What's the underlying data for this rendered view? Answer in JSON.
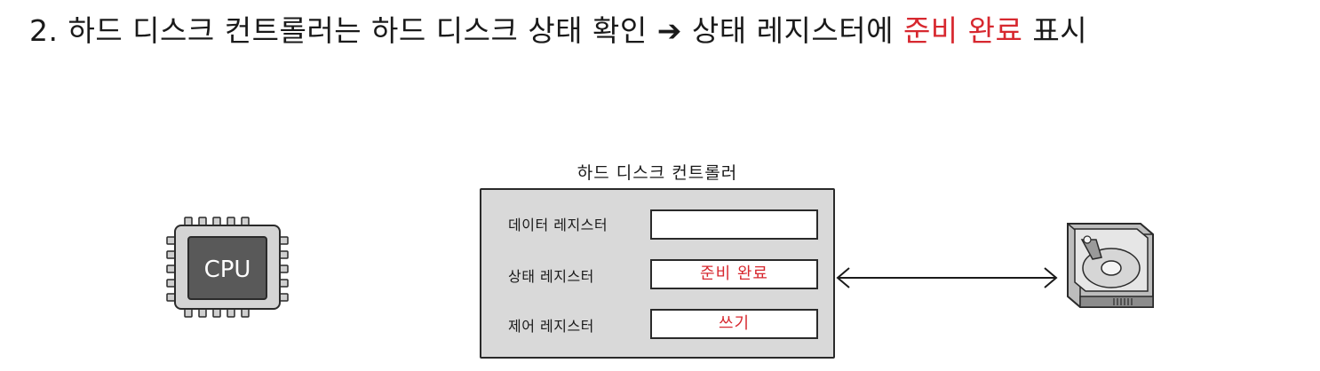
{
  "heading": {
    "prefix": "2. 하드 디스크 컨트롤러는 하드 디스크 상태 확인",
    "arrow": "➔",
    "middle": "상태 레지스터에",
    "highlight": "준비 완료",
    "suffix": "표시"
  },
  "cpu": {
    "label": "CPU"
  },
  "controller": {
    "title": "하드 디스크 컨트롤러",
    "registers": [
      {
        "label": "데이터 레지스터",
        "value": ""
      },
      {
        "label": "상태 레지스터",
        "value": "준비 완료"
      },
      {
        "label": "제어 레지스터",
        "value": "쓰기"
      }
    ]
  },
  "colors": {
    "highlight": "#d7282f",
    "box_fill": "#d9d9d9",
    "chip": "#595959"
  },
  "icons": [
    "cpu-chip-icon",
    "hard-disk-icon",
    "double-arrow-icon"
  ]
}
